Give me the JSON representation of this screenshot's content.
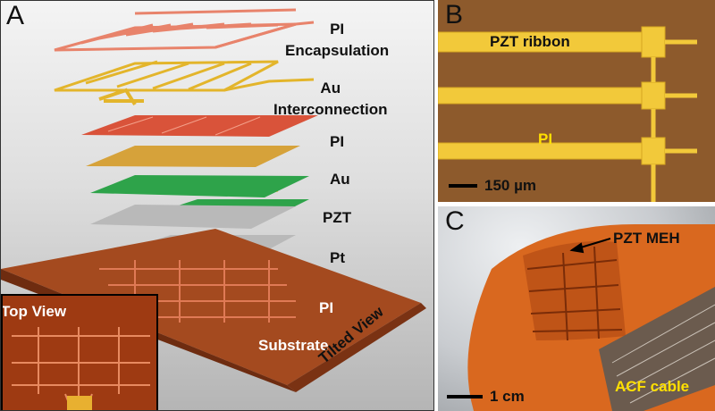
{
  "panel_a": {
    "label": "A",
    "layers": {
      "pi_encapsulation": "PI\nEncapsulation",
      "au_interconnection": "Au\nInterconnection",
      "pi": "PI",
      "au": "Au",
      "pzt": "PZT",
      "pt": "Pt",
      "pi_substrate": "PI",
      "substrate": "Substrate"
    },
    "tilted_view": "Tilted View",
    "top_view": "Top View"
  },
  "panel_b": {
    "label": "B",
    "pzt_ribbon": "PZT ribbon",
    "pi": "PI",
    "scale": "150 µm"
  },
  "panel_c": {
    "label": "C",
    "pzt_meh": "PZT MEH",
    "scale": "1 cm",
    "acf_cable": "ACF cable"
  },
  "colors": {
    "encapsulation": "#e8836b",
    "gold": "#e3b52b",
    "pi_red": "#d9533a",
    "au": "#d6a23a",
    "pzt_green": "#2ea34a",
    "pt_grey": "#b9b9b9",
    "substrate": "#a44a1f"
  }
}
